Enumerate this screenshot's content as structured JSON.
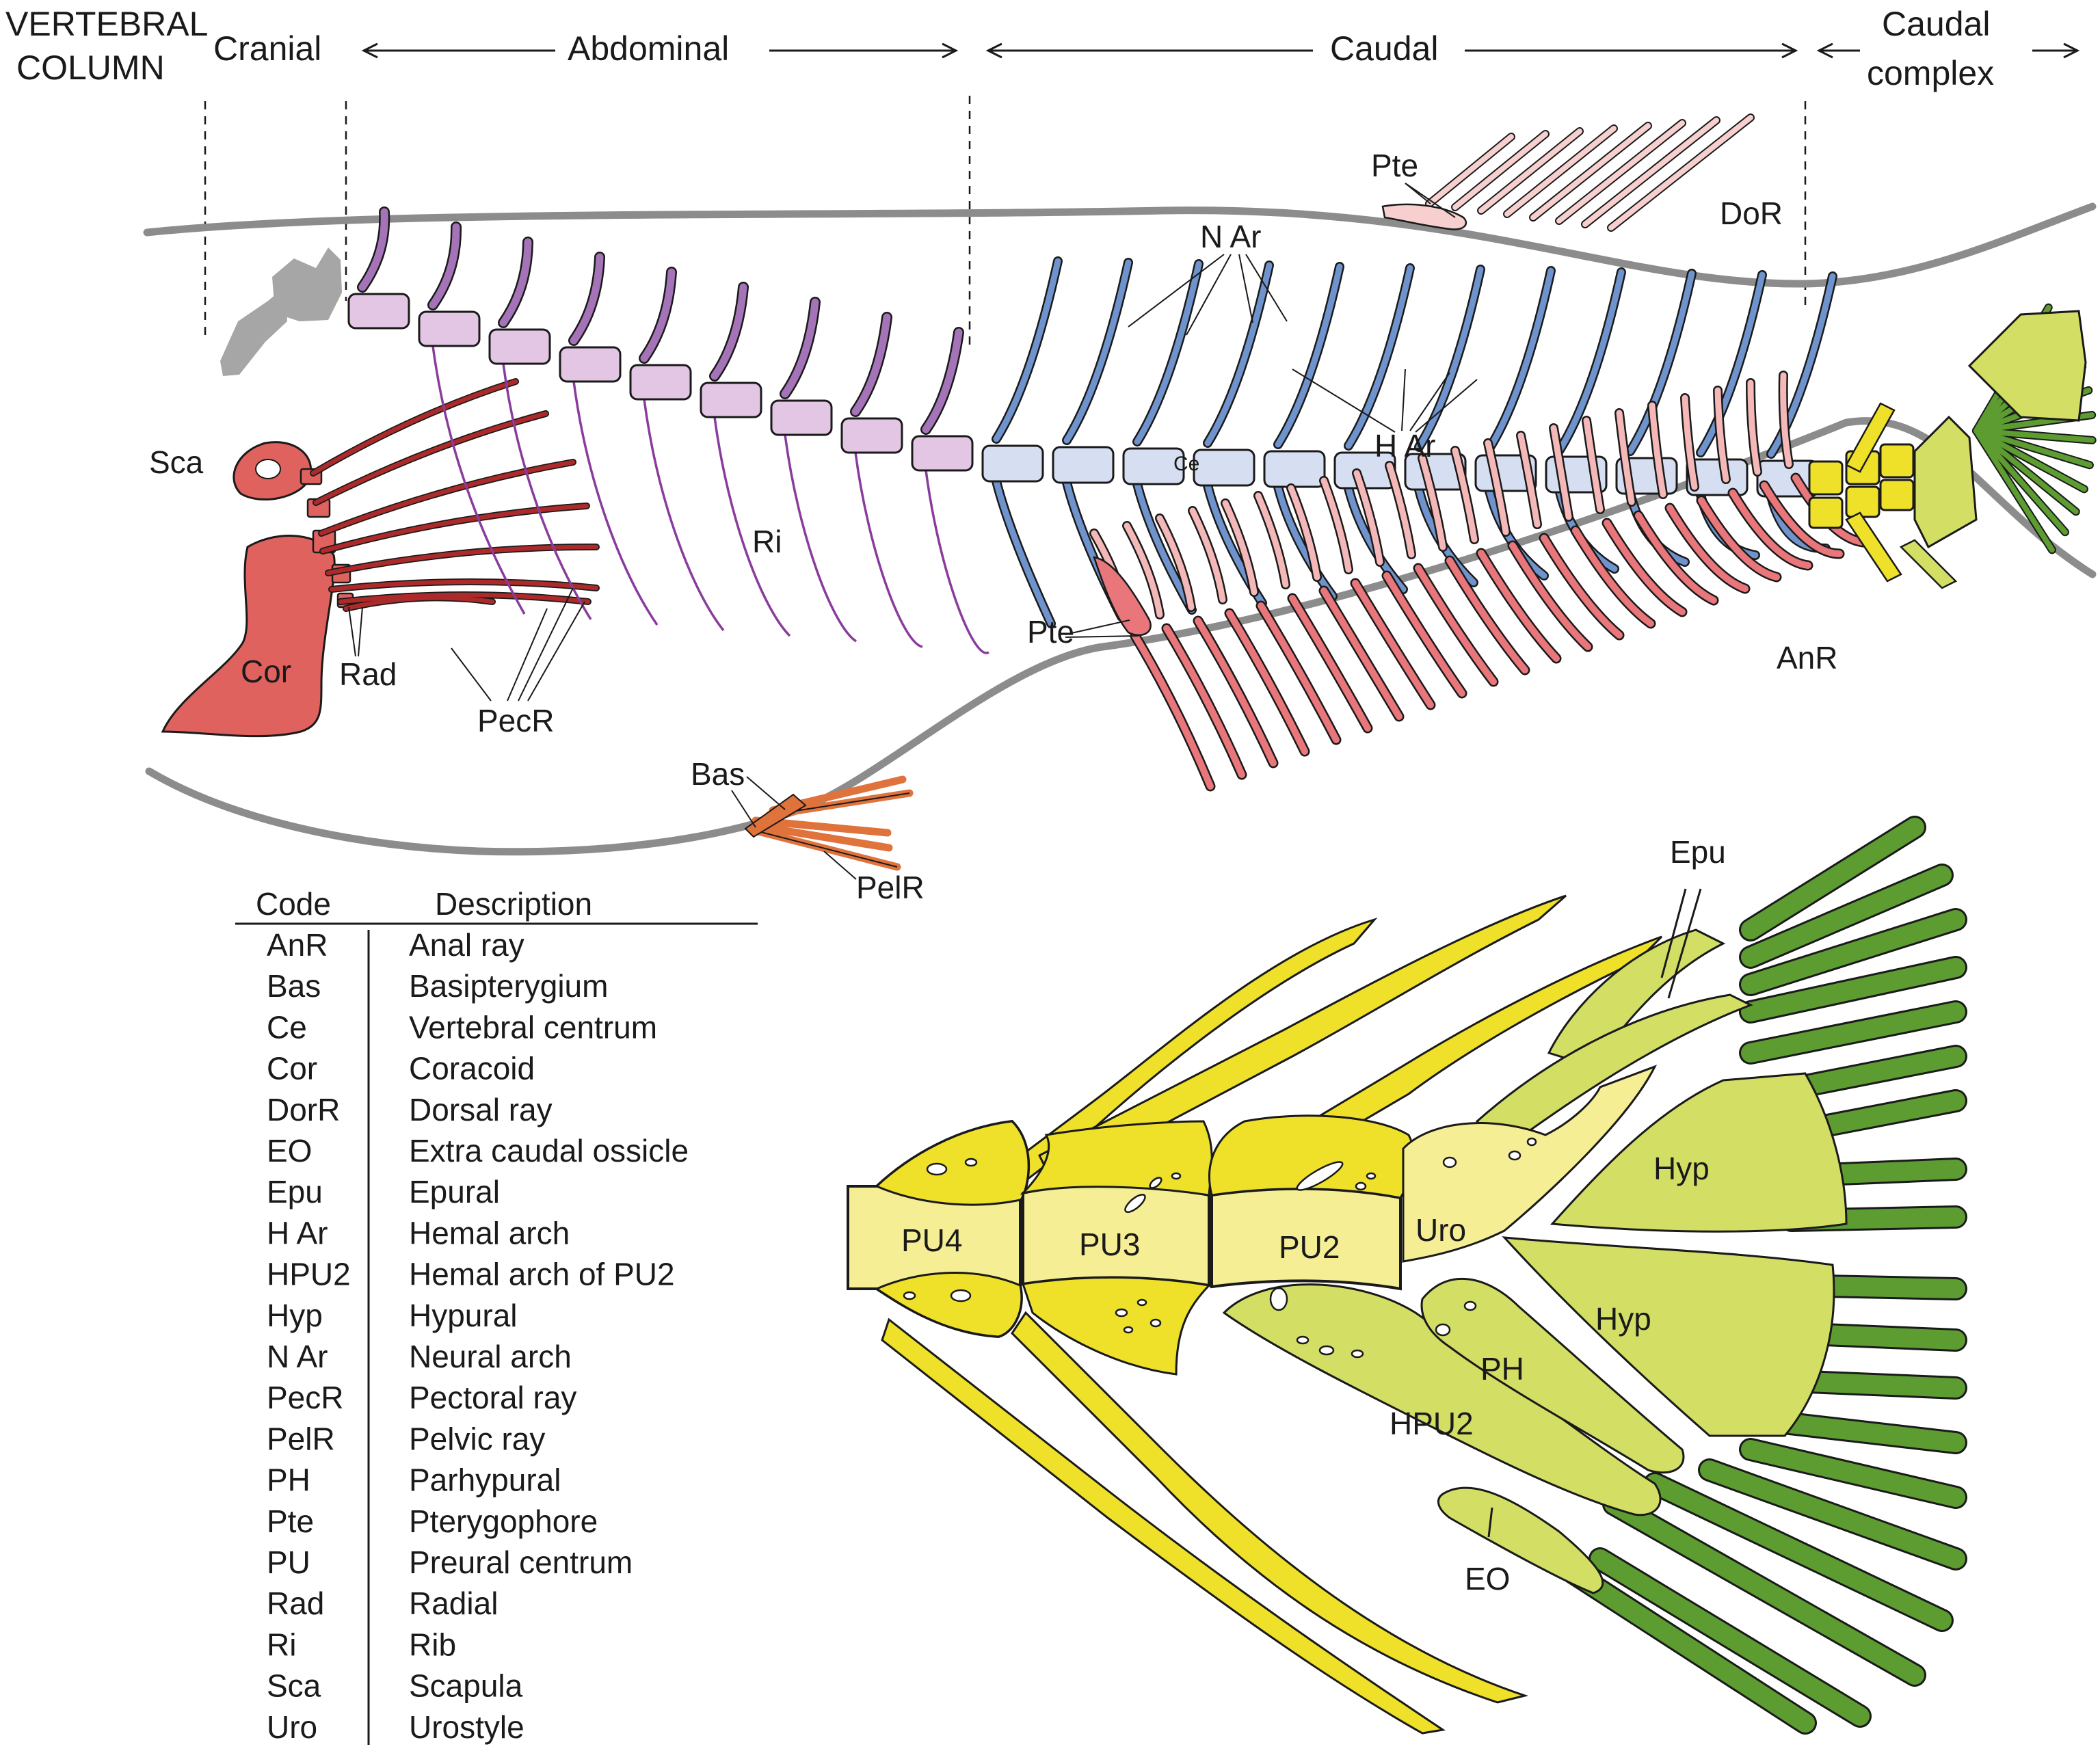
{
  "header": {
    "column_title_line1": "VERTEBRAL",
    "column_title_line2": "COLUMN",
    "cranial": "Cranial",
    "abdominal": "Abdominal",
    "caudal": "Caudal",
    "caudal_complex_line1": "Caudal",
    "caudal_complex_line2": "complex"
  },
  "labels": {
    "pte_dorsal": "Pte",
    "dor": "DoR",
    "n_ar": "N Ar",
    "ce": "Ce",
    "h_ar": "H Ar",
    "sca": "Sca",
    "ri": "Ri",
    "cor": "Cor",
    "rad": "Rad",
    "pecr": "PecR",
    "pte_anal": "Pte",
    "anr": "AnR",
    "bas": "Bas",
    "pelr": "PelR"
  },
  "detail_labels": {
    "epu": "Epu",
    "pu4": "PU4",
    "pu3": "PU3",
    "pu2": "PU2",
    "uro": "Uro",
    "hyp_upper": "Hyp",
    "hyp_lower": "Hyp",
    "ph": "PH",
    "hpu2": "HPU2",
    "eo": "EO"
  },
  "legend": {
    "code_header": "Code",
    "description_header": "Description",
    "rows": [
      {
        "code": "AnR",
        "description": "Anal ray"
      },
      {
        "code": "Bas",
        "description": "Basipterygium"
      },
      {
        "code": "Ce",
        "description": "Vertebral centrum"
      },
      {
        "code": "Cor",
        "description": "Coracoid"
      },
      {
        "code": "DorR",
        "description": "Dorsal ray"
      },
      {
        "code": "EO",
        "description": "Extra caudal ossicle"
      },
      {
        "code": "Epu",
        "description": "Epural"
      },
      {
        "code": "H Ar",
        "description": "Hemal arch"
      },
      {
        "code": "HPU2",
        "description": "Hemal arch of PU2"
      },
      {
        "code": "Hyp",
        "description": "Hypural"
      },
      {
        "code": "N Ar",
        "description": "Neural arch"
      },
      {
        "code": "PecR",
        "description": "Pectoral ray"
      },
      {
        "code": "PelR",
        "description": "Pelvic ray"
      },
      {
        "code": "PH",
        "description": "Parhypural"
      },
      {
        "code": "Pte",
        "description": "Pterygophore"
      },
      {
        "code": "PU",
        "description": "Preural centrum"
      },
      {
        "code": "Rad",
        "description": "Radial"
      },
      {
        "code": "Ri",
        "description": "Rib"
      },
      {
        "code": "Sca",
        "description": "Scapula"
      },
      {
        "code": "Uro",
        "description": "Urostyle"
      }
    ]
  },
  "colors": {
    "outline": "#8c8c8c",
    "cranial": "#a6a6a6",
    "abdominal_centrum": "#e3c6e3",
    "abdominal_arch": "#a574b8",
    "rib": "#8a3c9c",
    "caudal_centrum": "#d6def2",
    "caudal_arch": "#6f93cc",
    "pterygophore": "#f4b8b8",
    "anal_ray": "#e8767a",
    "pectoral": "#ad2a2a",
    "girdle": "#e0625f",
    "pelvic": "#e0723c",
    "caudal_yellow": "#efe02a",
    "caudal_lightyellow": "#f6ee95",
    "caudal_lime": "#d3de65",
    "caudal_green": "#5c9c31"
  }
}
